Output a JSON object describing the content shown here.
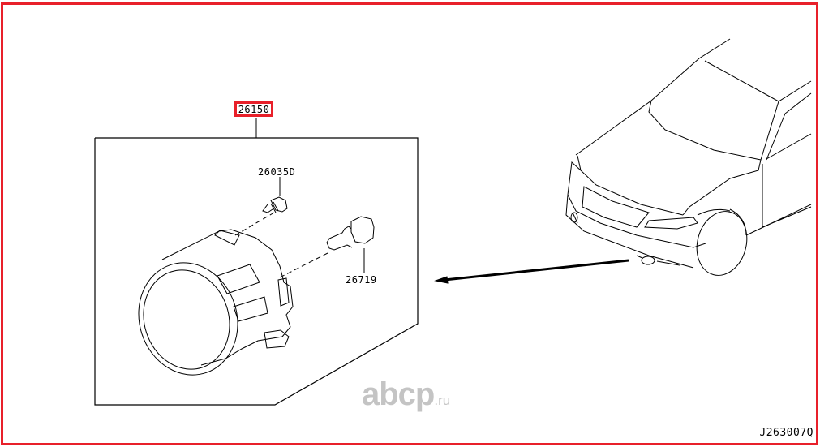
{
  "diagram": {
    "type": "parts-exploded-view",
    "frame_color": "#e8202a",
    "assembly": {
      "part_number": "26150",
      "highlighted": true,
      "highlight_color": "#e8202a",
      "description": "fog lamp assembly"
    },
    "parts": [
      {
        "part_number": "26035D",
        "description": "screw"
      },
      {
        "part_number": "26719",
        "description": "bulb"
      }
    ],
    "illustration": {
      "vehicle": "front view of SUV with arrow pointing to fog lamp location in front bumper"
    },
    "watermark": {
      "main": "abcp",
      "suffix": ".ru",
      "color": "#c4c4c4"
    },
    "diagram_code": "J263007Q"
  }
}
